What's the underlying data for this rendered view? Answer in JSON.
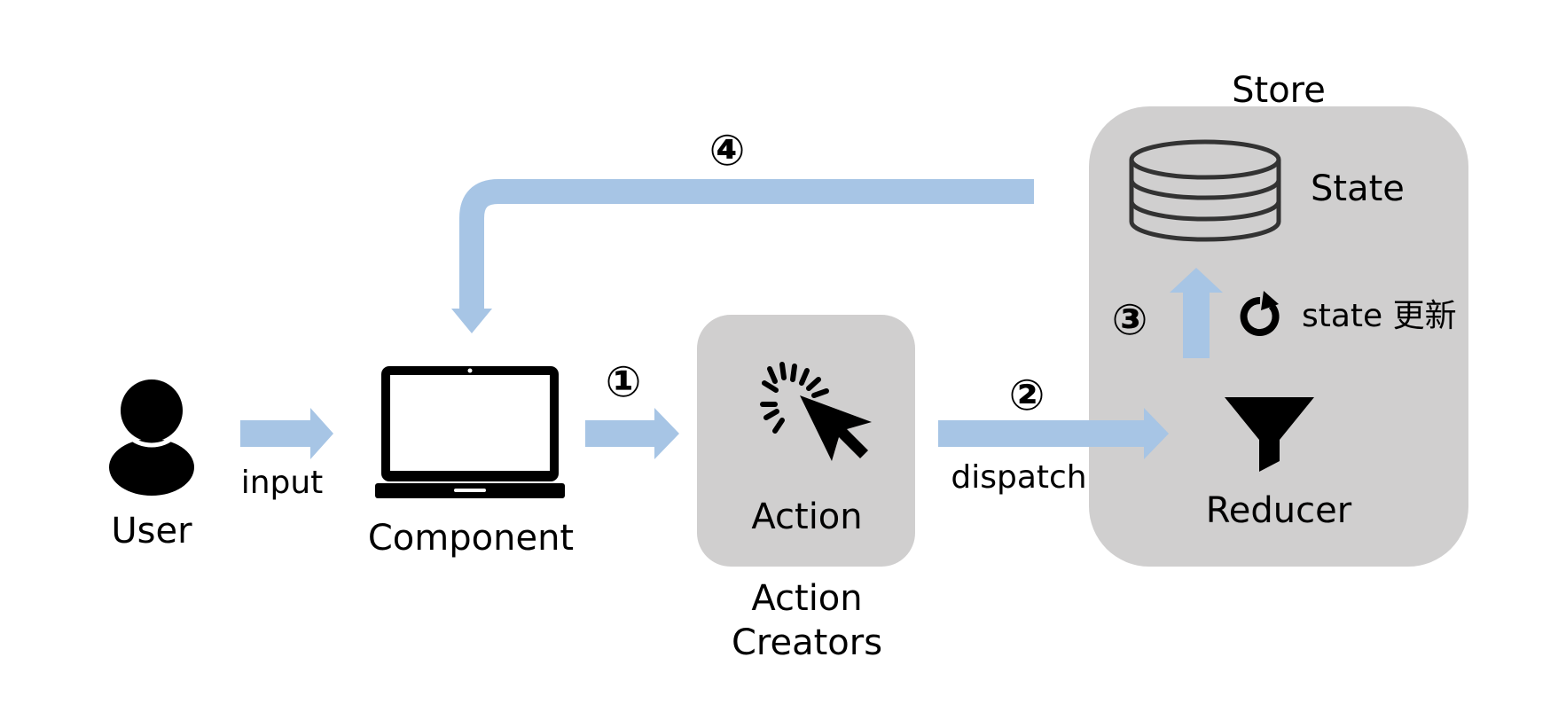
{
  "colors": {
    "arrow": "#a7c5e5",
    "box": "#d0cfcf",
    "icon": "#000000",
    "background": "#ffffff"
  },
  "labels": {
    "user": "User",
    "input": "input",
    "component": "Component",
    "step1": "①",
    "action": "Action",
    "action_creators_line1": "Action",
    "action_creators_line2": "Creators",
    "step2": "②",
    "dispatch": "dispatch",
    "store": "Store",
    "state": "State",
    "step3": "③",
    "state_update": "state 更新",
    "reducer": "Reducer",
    "step4": "④"
  },
  "icons": {
    "user": "user-icon",
    "laptop": "laptop-icon",
    "cursor": "cursor-click-icon",
    "database": "database-icon",
    "refresh": "refresh-icon",
    "funnel": "funnel-icon"
  }
}
